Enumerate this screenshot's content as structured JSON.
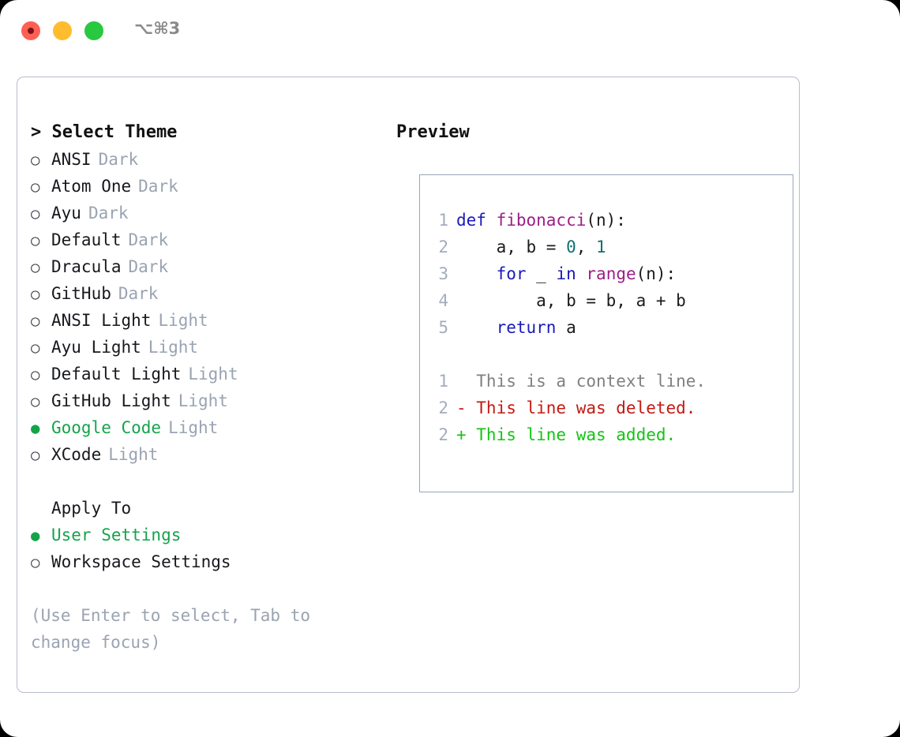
{
  "window": {
    "shortcut": "⌥⌘3",
    "traffic_lights": {
      "close": "close-button",
      "minimize": "minimize-button",
      "maximize": "maximize-button"
    }
  },
  "theme_picker": {
    "header": "> Select Theme",
    "bullet_unselected": "○",
    "bullet_selected": "●",
    "themes": [
      {
        "name": "ANSI",
        "kind": "Dark",
        "selected": false
      },
      {
        "name": "Atom One",
        "kind": "Dark",
        "selected": false
      },
      {
        "name": "Ayu",
        "kind": "Dark",
        "selected": false
      },
      {
        "name": "Default",
        "kind": "Dark",
        "selected": false
      },
      {
        "name": "Dracula",
        "kind": "Dark",
        "selected": false
      },
      {
        "name": "GitHub",
        "kind": "Dark",
        "selected": false
      },
      {
        "name": "ANSI Light",
        "kind": "Light",
        "selected": false
      },
      {
        "name": "Ayu Light",
        "kind": "Light",
        "selected": false
      },
      {
        "name": "Default Light",
        "kind": "Light",
        "selected": false
      },
      {
        "name": "GitHub Light",
        "kind": "Light",
        "selected": false
      },
      {
        "name": "Google Code",
        "kind": "Light",
        "selected": true
      },
      {
        "name": "XCode",
        "kind": "Light",
        "selected": false
      }
    ]
  },
  "apply_to": {
    "label": "Apply To",
    "options": [
      {
        "name": "User Settings",
        "selected": true
      },
      {
        "name": "Workspace Settings",
        "selected": false
      }
    ]
  },
  "hint": "(Use Enter to select, Tab to change focus)",
  "preview": {
    "header": "Preview",
    "code_lines": [
      {
        "no": "1",
        "tokens": [
          {
            "t": "def ",
            "c": "kw"
          },
          {
            "t": "fibonacci",
            "c": "fn"
          },
          {
            "t": "(n):",
            "c": "plain"
          }
        ]
      },
      {
        "no": "2",
        "tokens": [
          {
            "t": "    a, b = ",
            "c": "plain"
          },
          {
            "t": "0",
            "c": "num"
          },
          {
            "t": ", ",
            "c": "plain"
          },
          {
            "t": "1",
            "c": "num"
          }
        ]
      },
      {
        "no": "3",
        "tokens": [
          {
            "t": "    ",
            "c": "plain"
          },
          {
            "t": "for",
            "c": "kw"
          },
          {
            "t": " _ ",
            "c": "plain"
          },
          {
            "t": "in",
            "c": "kw"
          },
          {
            "t": " ",
            "c": "plain"
          },
          {
            "t": "range",
            "c": "fn"
          },
          {
            "t": "(n):",
            "c": "plain"
          }
        ]
      },
      {
        "no": "4",
        "tokens": [
          {
            "t": "        a, b = b, a + b",
            "c": "plain"
          }
        ]
      },
      {
        "no": "5",
        "tokens": [
          {
            "t": "    ",
            "c": "plain"
          },
          {
            "t": "return",
            "c": "kw"
          },
          {
            "t": " a",
            "c": "plain"
          }
        ]
      }
    ],
    "diff_lines": [
      {
        "no": "1",
        "text": "  This is a context line.",
        "kind": "ctx"
      },
      {
        "no": "2",
        "text": "- This line was deleted.",
        "kind": "del"
      },
      {
        "no": "2",
        "text": "+ This line was added.",
        "kind": "add"
      }
    ]
  },
  "colors": {
    "accent_green": "#16a34a",
    "muted": "#9aa3b2",
    "keyword": "#1a1ab8",
    "function": "#9c1f87",
    "number": "#0f7070",
    "diff_context": "#808080",
    "diff_deleted": "#c41a12",
    "diff_added": "#14c414",
    "panel_border": "#b6bdc9",
    "preview_border": "#9aa5b8",
    "traffic_red": "#ff5f57",
    "traffic_yellow": "#febc2e",
    "traffic_green": "#28c840"
  }
}
